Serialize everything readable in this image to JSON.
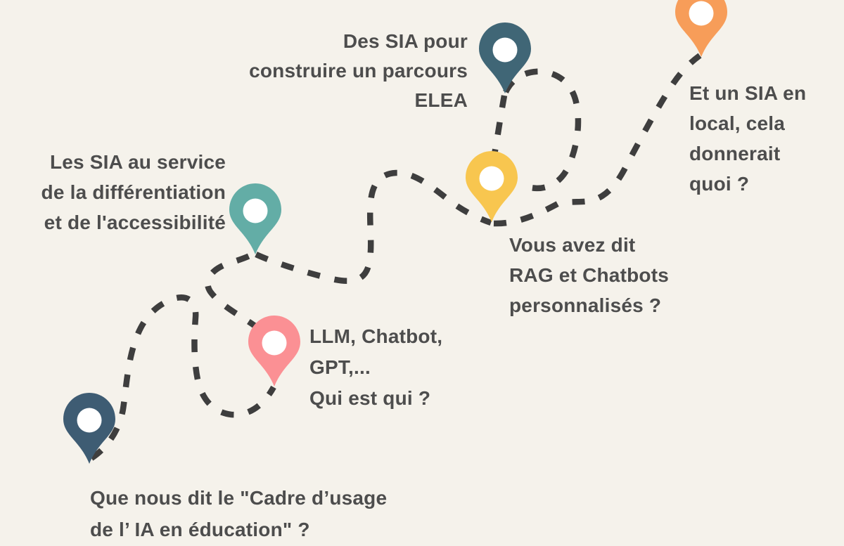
{
  "theme": {
    "background": "#f5f2eb",
    "dash_color": "#3e3e3e",
    "text_color": "#4d4d4d",
    "pin_inner_color": "#ffffff"
  },
  "steps": [
    {
      "name": "cadre-usage",
      "color": "#3e5c73",
      "lines": [
        "Que nous dit le \"Cadre d’usage",
        "de l’ IA en éducation\" ?"
      ]
    },
    {
      "name": "llm-chatbot-gpt",
      "color": "#fb9094",
      "lines": [
        "LLM, Chatbot,",
        "GPT,...",
        "Qui est qui ?"
      ]
    },
    {
      "name": "sia-differentiation-accessibilite",
      "color": "#63ada6",
      "lines": [
        "Les SIA au service",
        "de la différentiation",
        "et de l'accessibilité"
      ]
    },
    {
      "name": "sia-parcours-elea",
      "color": "#406676",
      "lines": [
        "Des SIA pour",
        "construire un parcours",
        "ELEA"
      ]
    },
    {
      "name": "rag-chatbots-personnalises",
      "color": "#f8c64f",
      "lines": [
        "Vous avez dit",
        "RAG et Chatbots",
        "personnalisés ?"
      ]
    },
    {
      "name": "sia-en-local",
      "color": "#f79d59",
      "lines": [
        "Et un SIA en",
        "local, cela",
        "donnerait",
        "quoi ?"
      ]
    }
  ]
}
